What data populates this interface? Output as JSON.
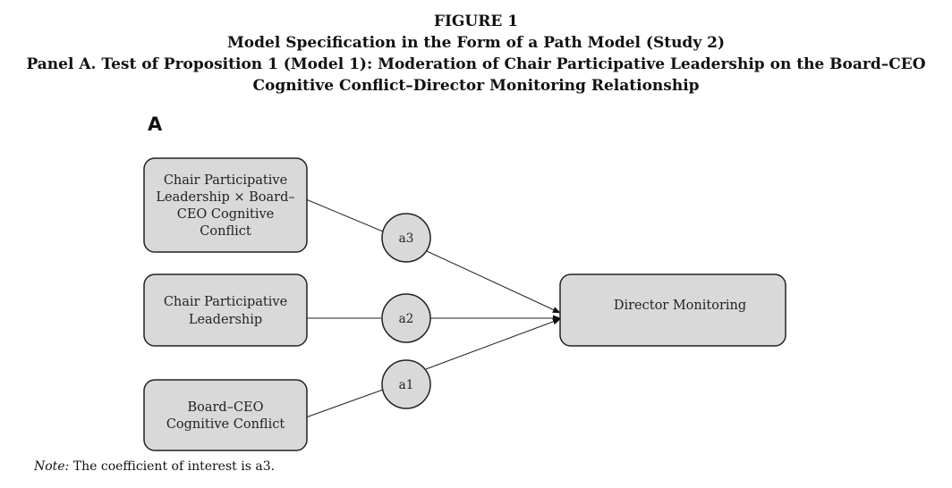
{
  "figure": {
    "label": "FIGURE 1",
    "title": "Model Specification in the Form of a Path Model (Study 2)",
    "panel_title_line1": "Panel A. Test of Proposition 1 (Model 1): Moderation of Chair Participative Leadership on the Board–CEO",
    "panel_title_line2": "Cognitive Conflict–Director Monitoring Relationship",
    "panel_letter": "A"
  },
  "nodes": {
    "interaction": [
      "Chair Participative",
      "Leadership × Board–",
      "CEO Cognitive",
      "Conflict"
    ],
    "leadership": [
      "Chair Participative",
      "Leadership"
    ],
    "conflict": [
      "Board–CEO",
      "Cognitive Conflict"
    ],
    "outcome": [
      "Director Monitoring"
    ]
  },
  "paths": {
    "a3": "a3",
    "a2": "a2",
    "a1": "a1"
  },
  "note": {
    "prefix": "Note:",
    "text": " The coefficient of interest is a3."
  },
  "colors": {
    "box_fill": "#d9d9d9",
    "stroke": "#222222"
  }
}
